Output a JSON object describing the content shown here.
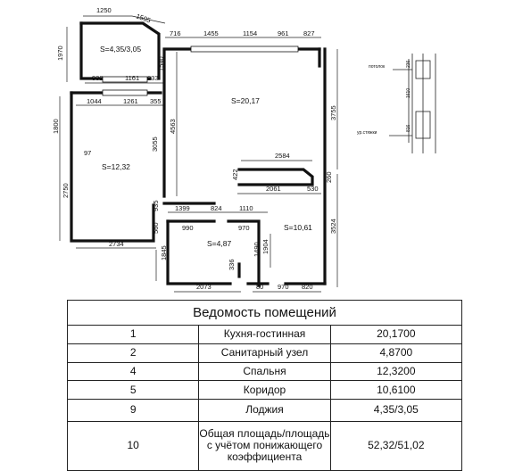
{
  "plan": {
    "dimensions": [
      "1250",
      "1505",
      "1970",
      "716",
      "1455",
      "1154",
      "961",
      "827",
      "1540",
      "932",
      "1161",
      "233",
      "1044",
      "1261",
      "355",
      "1800",
      "4563",
      "3755",
      "3055",
      "97",
      "2584",
      "422",
      "260",
      "2061",
      "530",
      "2750",
      "935",
      "1399",
      "824",
      "1110",
      "560",
      "990",
      "970",
      "1904",
      "3524",
      "1845",
      "1490",
      "2734",
      "336",
      "2073",
      "80",
      "970",
      "820"
    ],
    "areas": {
      "loggia": "S=4,35/3,05",
      "living": "S=20,17",
      "bedroom": "S=12,32",
      "bathroom": "S=4,87",
      "corridor": "S=10,61"
    },
    "section": {
      "ceiling_label": "потолок",
      "floor_label": "ур.стяжки",
      "dims": [
        "236",
        "1610",
        "816"
      ]
    }
  },
  "table": {
    "title": "Ведомость помещений",
    "rows": [
      {
        "num": "1",
        "name": "Кухня-гостинная",
        "value": "20,1700"
      },
      {
        "num": "2",
        "name": "Санитарный узел",
        "value": "4,8700"
      },
      {
        "num": "4",
        "name": "Спальня",
        "value": "12,3200"
      },
      {
        "num": "5",
        "name": "Коридор",
        "value": "10,6100"
      },
      {
        "num": "9",
        "name": "Лоджия",
        "value": "4,35/3,05"
      },
      {
        "num": "10",
        "name": "Общая площадь/площадь с учётом понижающего коэффициента",
        "value": "52,32/51,02"
      }
    ]
  }
}
